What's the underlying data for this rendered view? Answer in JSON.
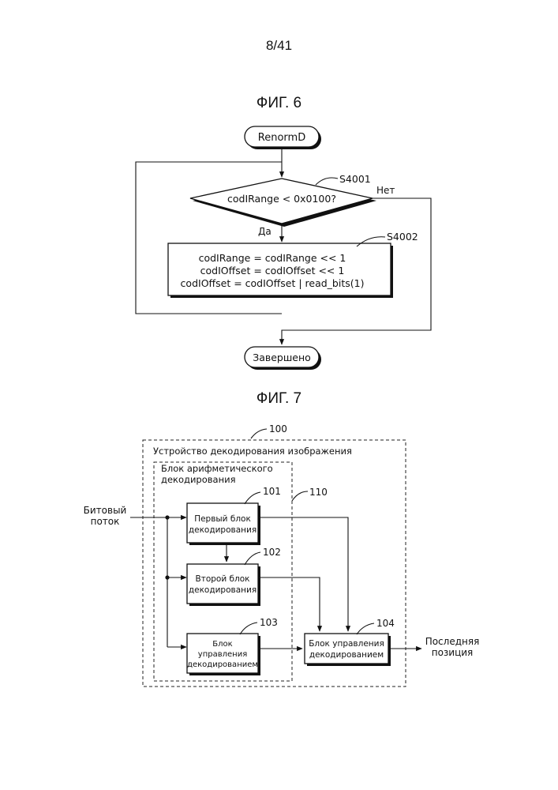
{
  "page": {
    "number": "8/41"
  },
  "fig6": {
    "title": "ФИГ. 6",
    "start_label": "RenormD",
    "step1_ref": "S4001",
    "condition": "codIRange < 0x0100?",
    "yes_label": "Да",
    "no_label": "Нет",
    "step2_ref": "S4002",
    "process_lines": [
      "codIRange = codIRange << 1",
      "codIOffset = codIOffset << 1",
      "codIOffset = codIOffset | read_bits(1)"
    ],
    "end_label": "Завершено"
  },
  "fig7": {
    "title": "ФИГ. 7",
    "device_ref": "100",
    "device_label": "Устройство декодирования изображения",
    "arith_ref": "110",
    "arith_label": [
      "Блок арифметического",
      "декодирования"
    ],
    "input_label": [
      "Битовый",
      "поток"
    ],
    "block101": {
      "ref": "101",
      "label": [
        "Первый блок",
        "декодирования"
      ]
    },
    "block102": {
      "ref": "102",
      "label": [
        "Второй блок",
        "декодирования"
      ]
    },
    "block103": {
      "ref": "103",
      "label": [
        "Блок",
        "управления",
        "декодированием"
      ]
    },
    "block104": {
      "ref": "104",
      "label": [
        "Блок управления",
        "декодированием"
      ]
    },
    "output_label": [
      "Последняя",
      "позиция"
    ]
  }
}
